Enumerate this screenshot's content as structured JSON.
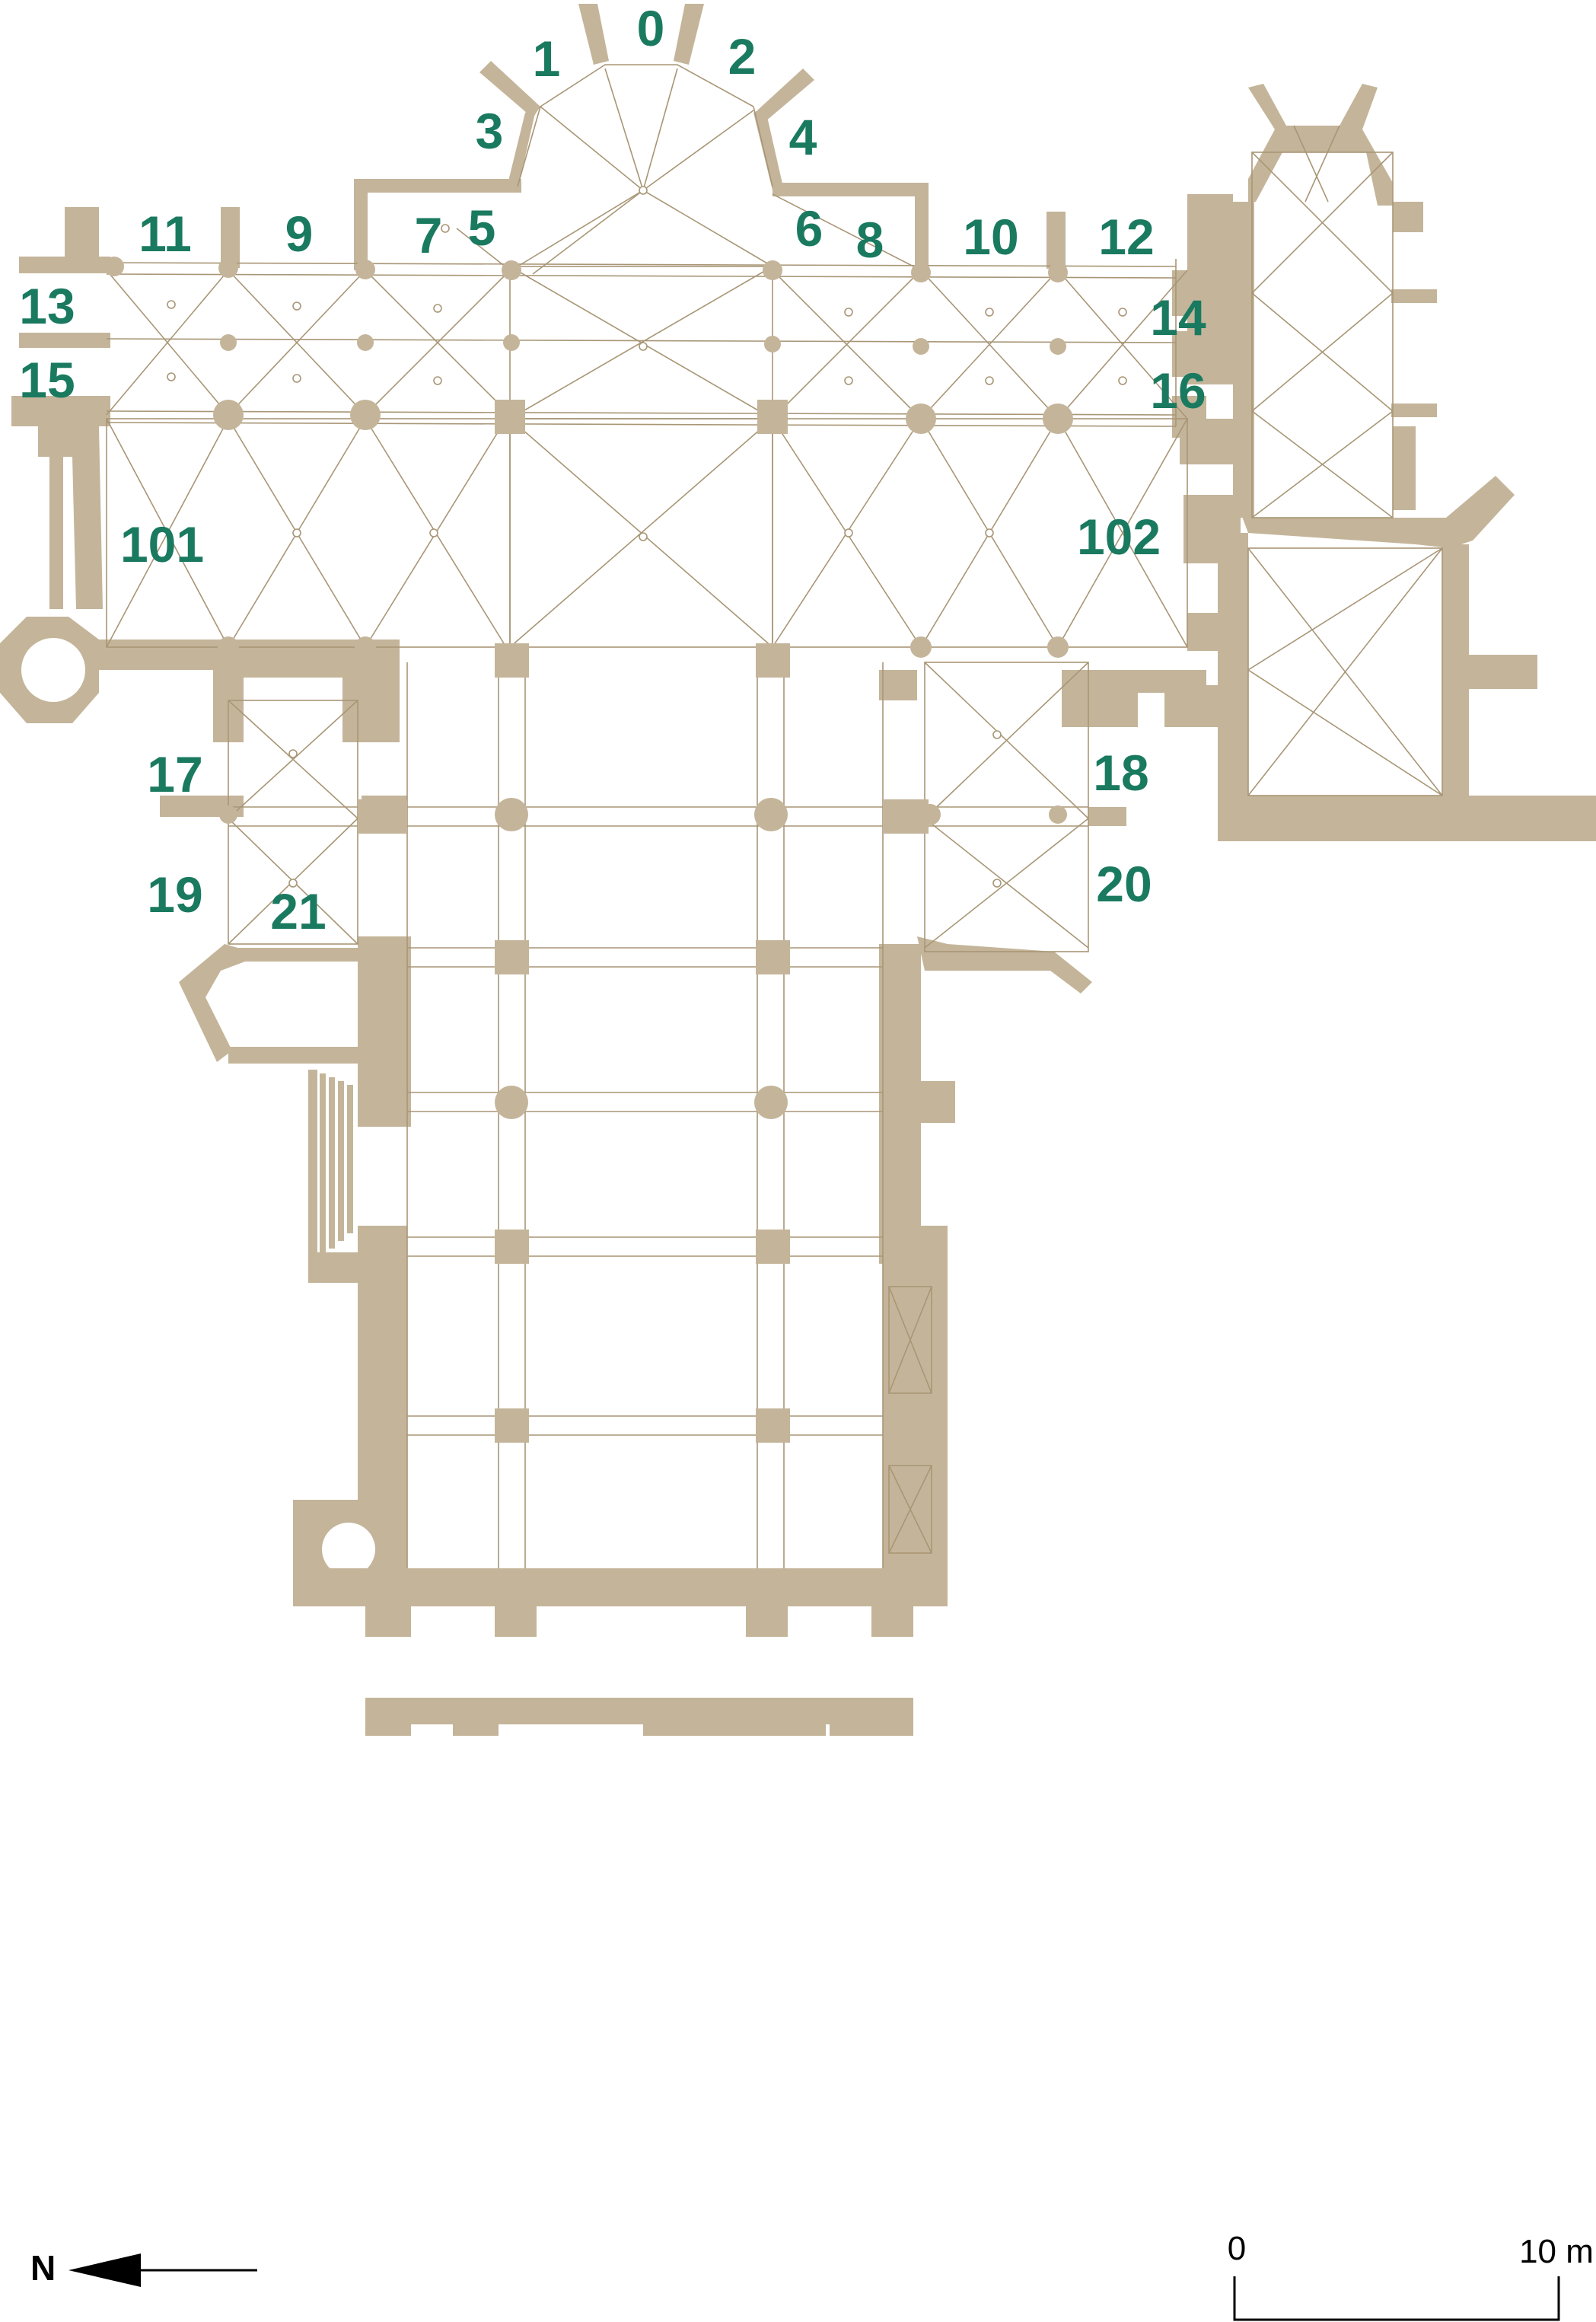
{
  "plan": {
    "bay_labels": [
      {
        "id": "0",
        "text": "0"
      },
      {
        "id": "1",
        "text": "1"
      },
      {
        "id": "2",
        "text": "2"
      },
      {
        "id": "3",
        "text": "3"
      },
      {
        "id": "4",
        "text": "4"
      },
      {
        "id": "5",
        "text": "5"
      },
      {
        "id": "6",
        "text": "6"
      },
      {
        "id": "7",
        "text": "7"
      },
      {
        "id": "8",
        "text": "8"
      },
      {
        "id": "9",
        "text": "9"
      },
      {
        "id": "10",
        "text": "10"
      },
      {
        "id": "11",
        "text": "11"
      },
      {
        "id": "12",
        "text": "12"
      },
      {
        "id": "13",
        "text": "13"
      },
      {
        "id": "14",
        "text": "14"
      },
      {
        "id": "15",
        "text": "15"
      },
      {
        "id": "16",
        "text": "16"
      },
      {
        "id": "17",
        "text": "17"
      },
      {
        "id": "18",
        "text": "18"
      },
      {
        "id": "19",
        "text": "19"
      },
      {
        "id": "20",
        "text": "20"
      },
      {
        "id": "21",
        "text": "21"
      },
      {
        "id": "101",
        "text": "101"
      },
      {
        "id": "102",
        "text": "102"
      }
    ],
    "label_color": "#1a7a60",
    "wall_color": "#c4b59a",
    "rib_color": "#a89676"
  },
  "north_arrow": {
    "label": "N"
  },
  "scale_bar": {
    "start_label": "0",
    "end_label": "10 m"
  }
}
